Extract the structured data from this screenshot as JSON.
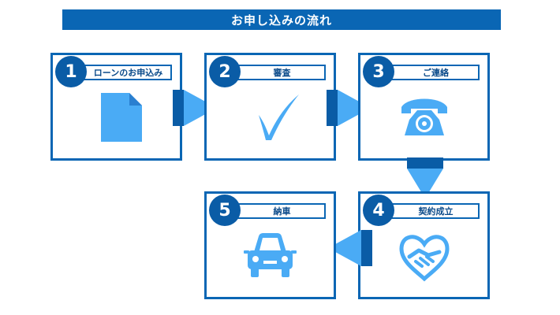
{
  "title": "お申し込みの流れ",
  "colors": {
    "primary": "#0a66b4",
    "accent": "#4aabf5"
  },
  "steps": [
    {
      "num": "1",
      "label": "ローンのお申込み",
      "icon": "document-icon"
    },
    {
      "num": "2",
      "label": "審査",
      "icon": "checkmark-icon"
    },
    {
      "num": "3",
      "label": "ご連絡",
      "icon": "telephone-icon"
    },
    {
      "num": "4",
      "label": "契約成立",
      "icon": "handshake-heart-icon"
    },
    {
      "num": "5",
      "label": "納車",
      "icon": "car-icon"
    }
  ]
}
